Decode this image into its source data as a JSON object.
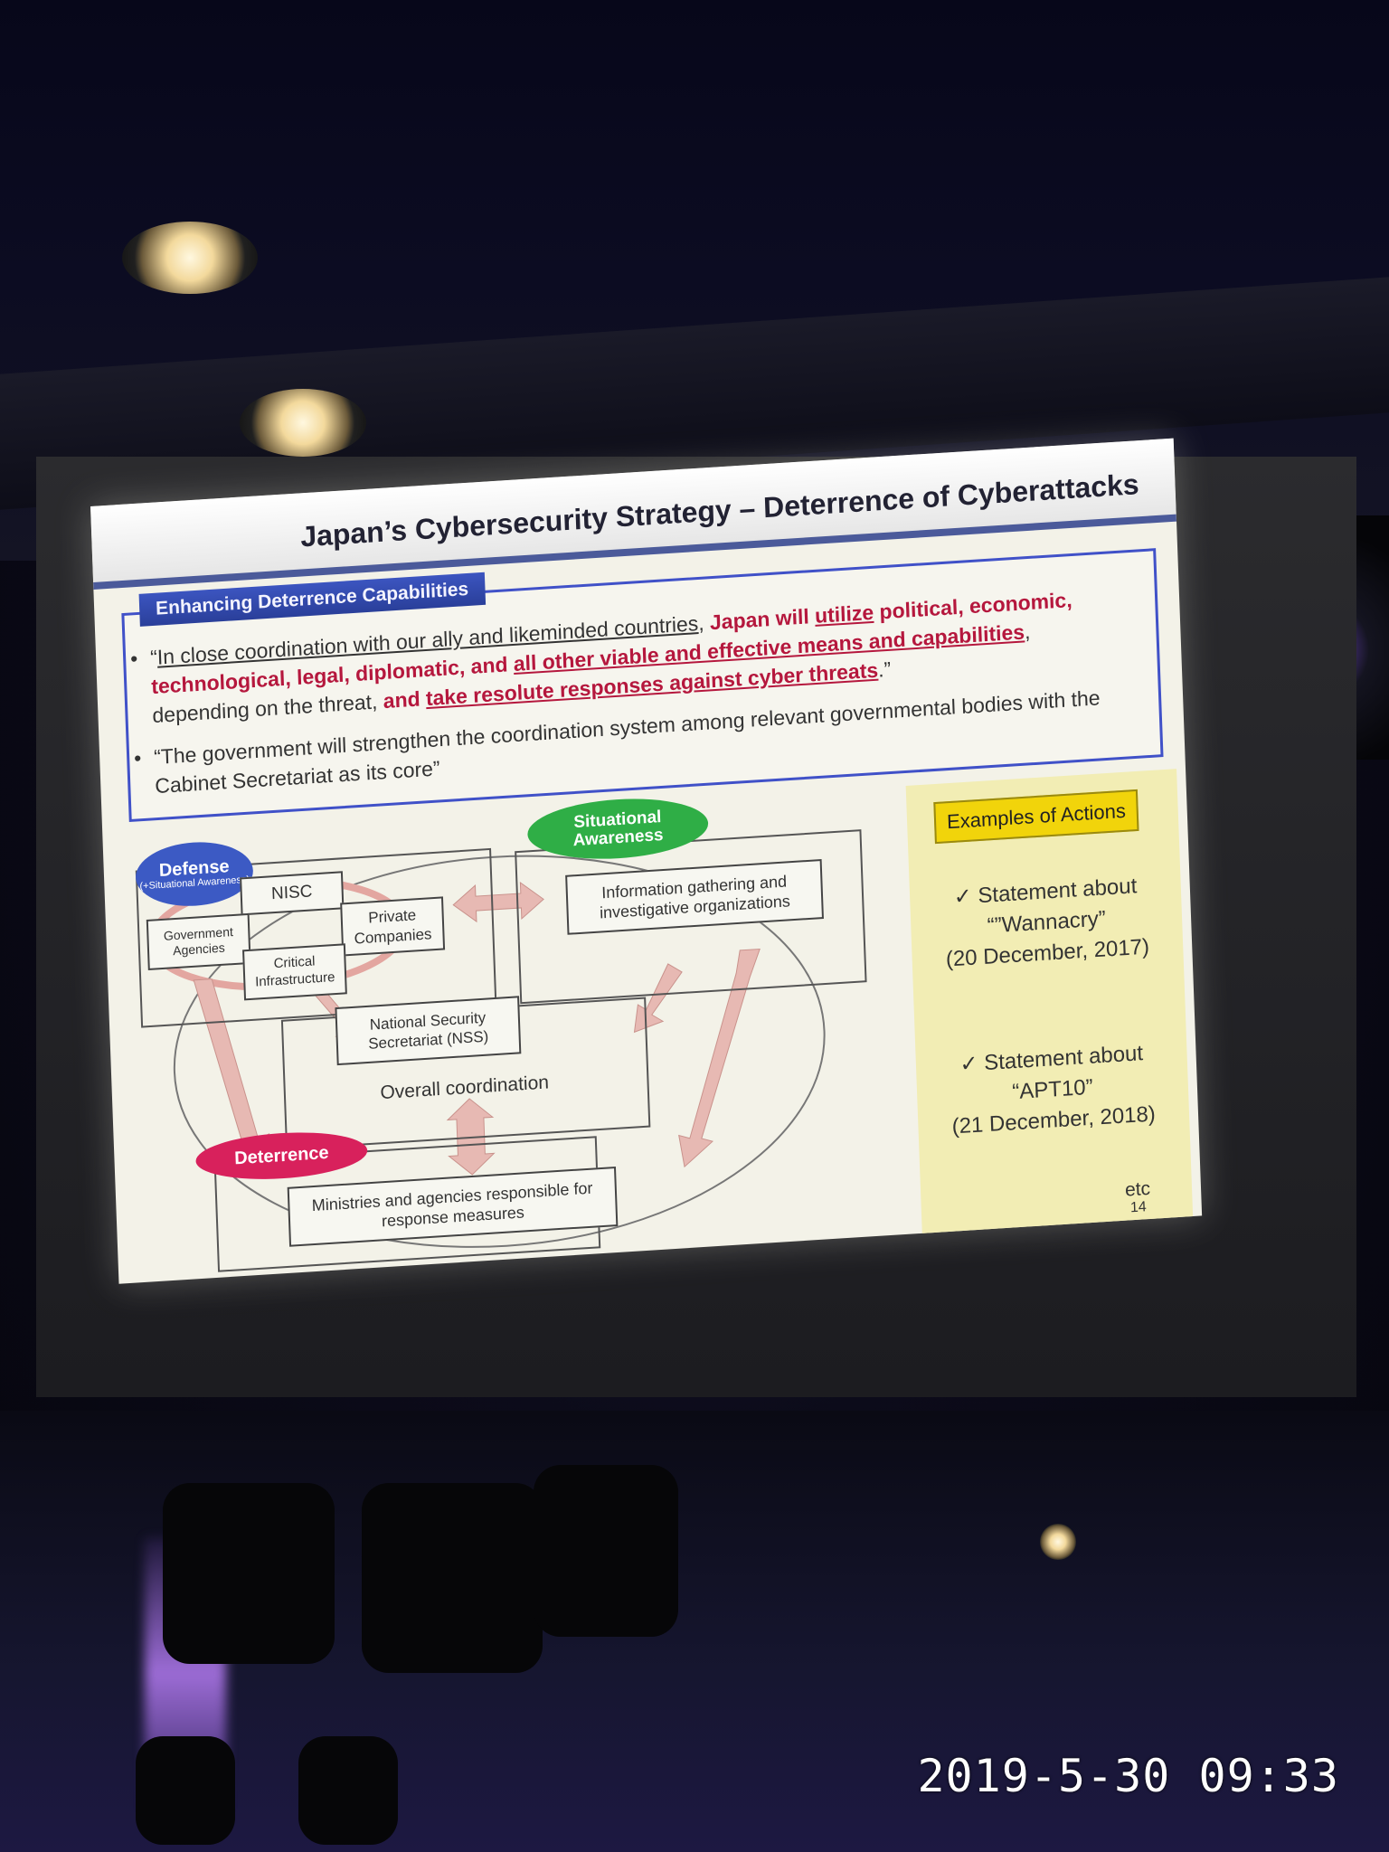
{
  "slide": {
    "title": "Japan’s Cybersecurity Strategy – Deterrence of  Cyberattacks",
    "section_label": "Enhancing Deterrence Capabilities",
    "bullet1": {
      "p1": "“",
      "p2": "In close coordination with our ally and likeminded countries",
      "p3": ", ",
      "p4": "Japan will ",
      "p5": "utilize",
      "p6": " political, economic, technological, legal, diplomatic, and ",
      "p7": "all other viable and effective means and capabilities",
      "p8": ", depending on the threat, ",
      "p9": "and ",
      "p10": "take resolute responses against cyber threats",
      "p11": ".”"
    },
    "bullet2": "“The government will strengthen the coordination system among relevant governmental bodies with the Cabinet Secretariat as its core”",
    "diagram": {
      "defense": "Defense",
      "defense_sub": "(+Situational Awareness)",
      "situational_awareness": "Situational Awareness",
      "nisc": "NISC",
      "government_agencies": "Government Agencies",
      "private_companies": "Private Companies",
      "critical_infrastructure": "Critical Infrastructure",
      "info_gathering": "Information gathering and investigative organizations",
      "nss": "National Security Secretariat (NSS)",
      "overall_coordination": "Overall coordination",
      "deterrence": "Deterrence",
      "ministries": "Ministries and agencies responsible for response measures"
    },
    "examples": {
      "title": "Examples of Actions",
      "item1_line1": "✓ Statement about",
      "item1_line2": "“”Wannacry”",
      "item1_line3": "(20 December, 2017)",
      "item2_line1": "✓ Statement about",
      "item2_line2": "“APT10”",
      "item2_line3": "(21 December, 2018)",
      "etc": "etc"
    },
    "page_number": "14"
  },
  "timestamp": "2019-5-30 09:33",
  "colors": {
    "title_rule": "#4b5a9a",
    "emphasis_red": "#b5173d",
    "defense_oval": "#3c5ac4",
    "awareness_oval": "#2fae46",
    "deterrence_oval": "#d8215c",
    "examples_bg": "#f2edb4",
    "examples_title_bg": "#f1d40b",
    "arrow_pink": "#e7b9b3"
  }
}
